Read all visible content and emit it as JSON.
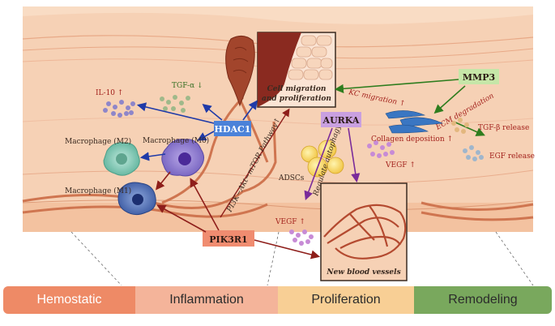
{
  "colors": {
    "hemostatic": "#ee8a66",
    "inflammation": "#f4b49a",
    "proliferation": "#f8cf95",
    "remodeling": "#79a85d",
    "skin": "#f6d1b5",
    "vessel": "#d07c55",
    "hdac1": "#4b82d9",
    "aurka": "#c9a0e0",
    "pik3r1": "#f08c70",
    "mmp3": "#c6e6a8"
  },
  "genes": {
    "hdac1": "HDAC1",
    "aurka": "AURKA",
    "pik3r1": "PIK3R1",
    "mmp3": "MMP3"
  },
  "labels": {
    "il10": "IL-10 ↑",
    "tgf_alpha": "TGF-α ↓",
    "macrophage_m2": "Macrophage (M2)",
    "macrophage_m0": "Macrophage (M0)",
    "macrophage_m1": "Macrophage (M1)",
    "cell_migration_1": "Cell migration",
    "cell_migration_2": "and proliferation",
    "pathway": "PI3K−Akt−mTOR Pathway↑",
    "adscs": "ADSCs",
    "regulate_autophagy": "Regulate autophagy",
    "vegf_mid": "VEGF ↑",
    "vegf_low": "VEGF ↑",
    "kc_migration": "KC migration ↑",
    "collagen": "Collagen deposition ↑",
    "ecm": "ECM degradation",
    "tgf_beta": "TGF-β release",
    "egf": "EGF release",
    "new_vessels": "New blood vessels"
  },
  "stages": [
    "Hemostatic",
    "Inflammation",
    "Proliferation",
    "Remodeling"
  ]
}
